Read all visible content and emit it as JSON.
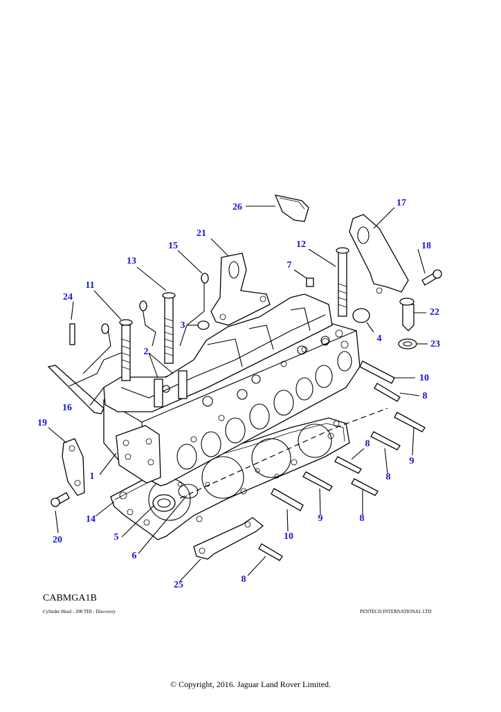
{
  "illustration": {
    "code": "CABMGA1B",
    "caption_left": "Cylinder Head - 200 TDI - Discovery",
    "caption_right": "PENTECH INTERNATIONAL LTD",
    "copyright": "© Copyright, 2016. Jaguar Land Rover Limited.",
    "callout_color": "#1414d2"
  },
  "callouts": [
    {
      "id": "1",
      "label": "1"
    },
    {
      "id": "2",
      "label": "2"
    },
    {
      "id": "3",
      "label": "3"
    },
    {
      "id": "4",
      "label": "4"
    },
    {
      "id": "5",
      "label": "5"
    },
    {
      "id": "6",
      "label": "6"
    },
    {
      "id": "7",
      "label": "7"
    },
    {
      "id": "8a",
      "label": "8"
    },
    {
      "id": "8b",
      "label": "8"
    },
    {
      "id": "8c",
      "label": "8"
    },
    {
      "id": "8d",
      "label": "8"
    },
    {
      "id": "8e",
      "label": "8"
    },
    {
      "id": "9a",
      "label": "9"
    },
    {
      "id": "9b",
      "label": "9"
    },
    {
      "id": "10a",
      "label": "10"
    },
    {
      "id": "10b",
      "label": "10"
    },
    {
      "id": "11",
      "label": "11"
    },
    {
      "id": "12",
      "label": "12"
    },
    {
      "id": "13",
      "label": "13"
    },
    {
      "id": "14",
      "label": "14"
    },
    {
      "id": "15",
      "label": "15"
    },
    {
      "id": "16",
      "label": "16"
    },
    {
      "id": "17",
      "label": "17"
    },
    {
      "id": "18",
      "label": "18"
    },
    {
      "id": "19",
      "label": "19"
    },
    {
      "id": "20",
      "label": "20"
    },
    {
      "id": "21",
      "label": "21"
    },
    {
      "id": "22",
      "label": "22"
    },
    {
      "id": "23",
      "label": "23"
    },
    {
      "id": "24",
      "label": "24"
    },
    {
      "id": "25",
      "label": "25"
    },
    {
      "id": "26",
      "label": "26"
    }
  ]
}
